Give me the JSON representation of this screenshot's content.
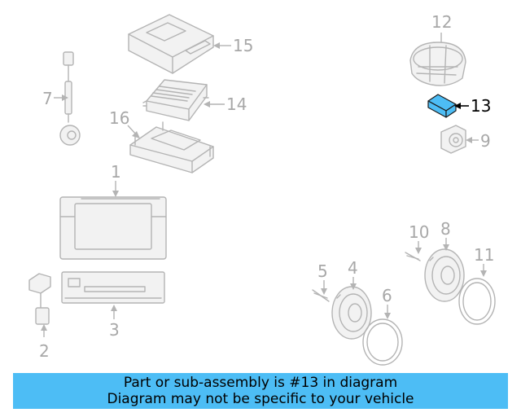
{
  "callouts": {
    "c1": "1",
    "c2": "2",
    "c3": "3",
    "c4": "4",
    "c5": "5",
    "c6": "6",
    "c7": "7",
    "c8": "8",
    "c9": "9",
    "c10": "10",
    "c11": "11",
    "c12": "12",
    "c13": "13",
    "c14": "14",
    "c15": "15",
    "c16": "16"
  },
  "highlighted_part": "13",
  "colors": {
    "banner": "#4dbdf5",
    "highlight": "#4dbdf5",
    "line": "#b4b4b4"
  },
  "banner": {
    "line1": "Part or sub-assembly is #13 in diagram",
    "line2": "Diagram may not be specific to your vehicle"
  }
}
